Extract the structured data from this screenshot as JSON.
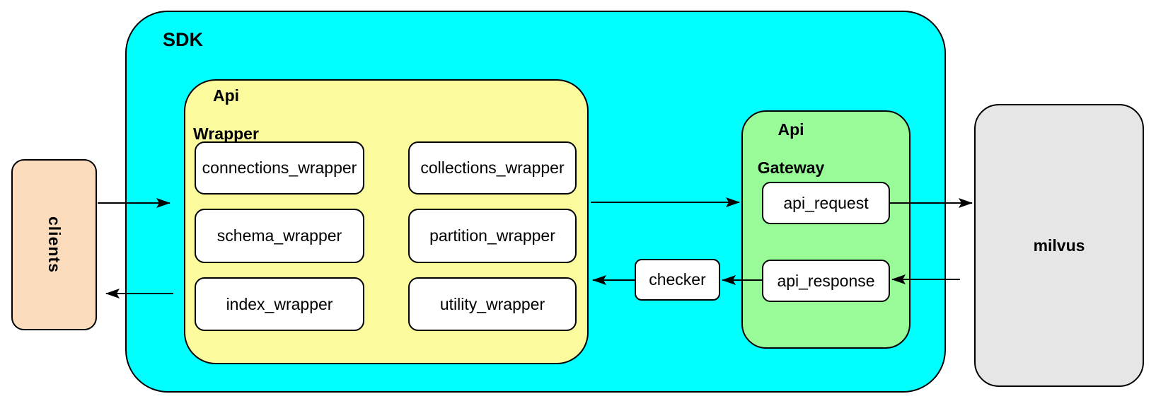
{
  "nodes": {
    "clients": {
      "label": "clients"
    },
    "sdk": {
      "label": "SDK"
    },
    "api_wrapper": {
      "line1": "Api",
      "line2": "Wrapper"
    },
    "wrappers": [
      "connections_wrapper",
      "collections_wrapper",
      "schema_wrapper",
      "partition_wrapper",
      "index_wrapper",
      "utility_wrapper"
    ],
    "checker": {
      "label": "checker"
    },
    "api_gateway": {
      "line1": "Api",
      "line2": "Gateway"
    },
    "api_request": {
      "label": "api_request"
    },
    "api_response": {
      "label": "api_response"
    },
    "milvus": {
      "label": "milvus"
    }
  },
  "edges": [
    {
      "from": "clients",
      "to": "api_wrapper"
    },
    {
      "from": "api_wrapper",
      "to": "api_request"
    },
    {
      "from": "api_request",
      "to": "milvus"
    },
    {
      "from": "milvus",
      "to": "api_response"
    },
    {
      "from": "api_response",
      "to": "checker"
    },
    {
      "from": "checker",
      "to": "api_wrapper"
    },
    {
      "from": "api_wrapper",
      "to": "clients"
    }
  ],
  "colors": {
    "sdk_fill": "#00FFFF",
    "api_wrapper_fill": "#FBFB9E",
    "api_gateway_fill": "#98FB98",
    "clients_fill": "#FBDCBD",
    "milvus_fill": "#E6E6E6",
    "leaf_box_fill": "#FFFFFF",
    "border": "#000000",
    "arrow": "#000000",
    "background": "#FFFFFF"
  }
}
